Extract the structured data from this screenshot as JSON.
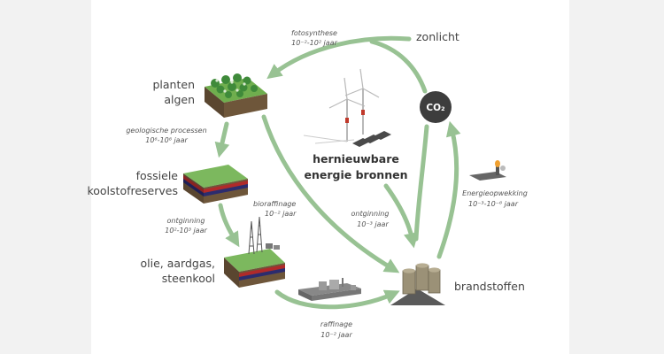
{
  "nodes": {
    "sunlight": "zonlicht",
    "plants": [
      "planten",
      "algen"
    ],
    "fossil": [
      "fossiele",
      "koolstofreserves"
    ],
    "oil": [
      "olie, aardgas,",
      "steenkool"
    ],
    "fuels": "brandstoffen",
    "renewable": [
      "hernieuwbare",
      "energie bronnen"
    ],
    "co2": "CO₂"
  },
  "processes": {
    "photosynthesis": [
      "fotosynthese",
      "10⁻²-10² jaar"
    ],
    "geological": [
      "geologische processen",
      "10⁶-10⁸ jaar"
    ],
    "biorefining": [
      "bioraffinage",
      "10⁻² jaar"
    ],
    "extraction_fossil": [
      "ontginning",
      "10²-10³ jaar"
    ],
    "extraction_renewable": [
      "ontginning",
      "10⁻³ jaar"
    ],
    "refining": [
      "raffinage",
      "10⁻² jaar"
    ],
    "power_generation": [
      "Energieopwekking",
      "10⁻³-10⁻⁶ jaar"
    ]
  },
  "colors": {
    "arrow": "#98c293",
    "co2_circle": "#3d3d3d",
    "panel_bg": "#ffffff",
    "page_bg": "#f2f2f2"
  }
}
